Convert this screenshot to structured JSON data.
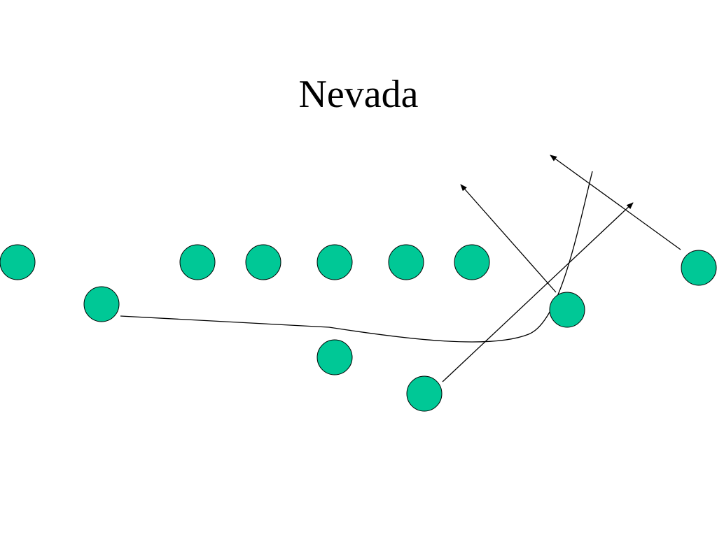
{
  "slide": {
    "title": "Nevada"
  },
  "colors": {
    "player_fill": "#00c896",
    "route_stroke": "#000000",
    "background": "#ffffff"
  },
  "diagram": {
    "player_count": 11,
    "players": [
      {
        "id": "player-1",
        "role": "line"
      },
      {
        "id": "player-2",
        "role": "line"
      },
      {
        "id": "player-3",
        "role": "line"
      },
      {
        "id": "player-4",
        "role": "line"
      },
      {
        "id": "player-5",
        "role": "line"
      },
      {
        "id": "player-6",
        "role": "line"
      },
      {
        "id": "player-7",
        "role": "backfield"
      },
      {
        "id": "player-8",
        "role": "backfield"
      },
      {
        "id": "player-9",
        "role": "backfield"
      },
      {
        "id": "player-10",
        "role": "wing"
      },
      {
        "id": "player-11",
        "role": "line"
      }
    ],
    "routes": [
      {
        "id": "route-curve",
        "has_arrow": false
      },
      {
        "id": "route-diagonal",
        "has_arrow": true
      },
      {
        "id": "route-inside",
        "has_arrow": true
      },
      {
        "id": "route-outside",
        "has_arrow": true
      }
    ]
  }
}
